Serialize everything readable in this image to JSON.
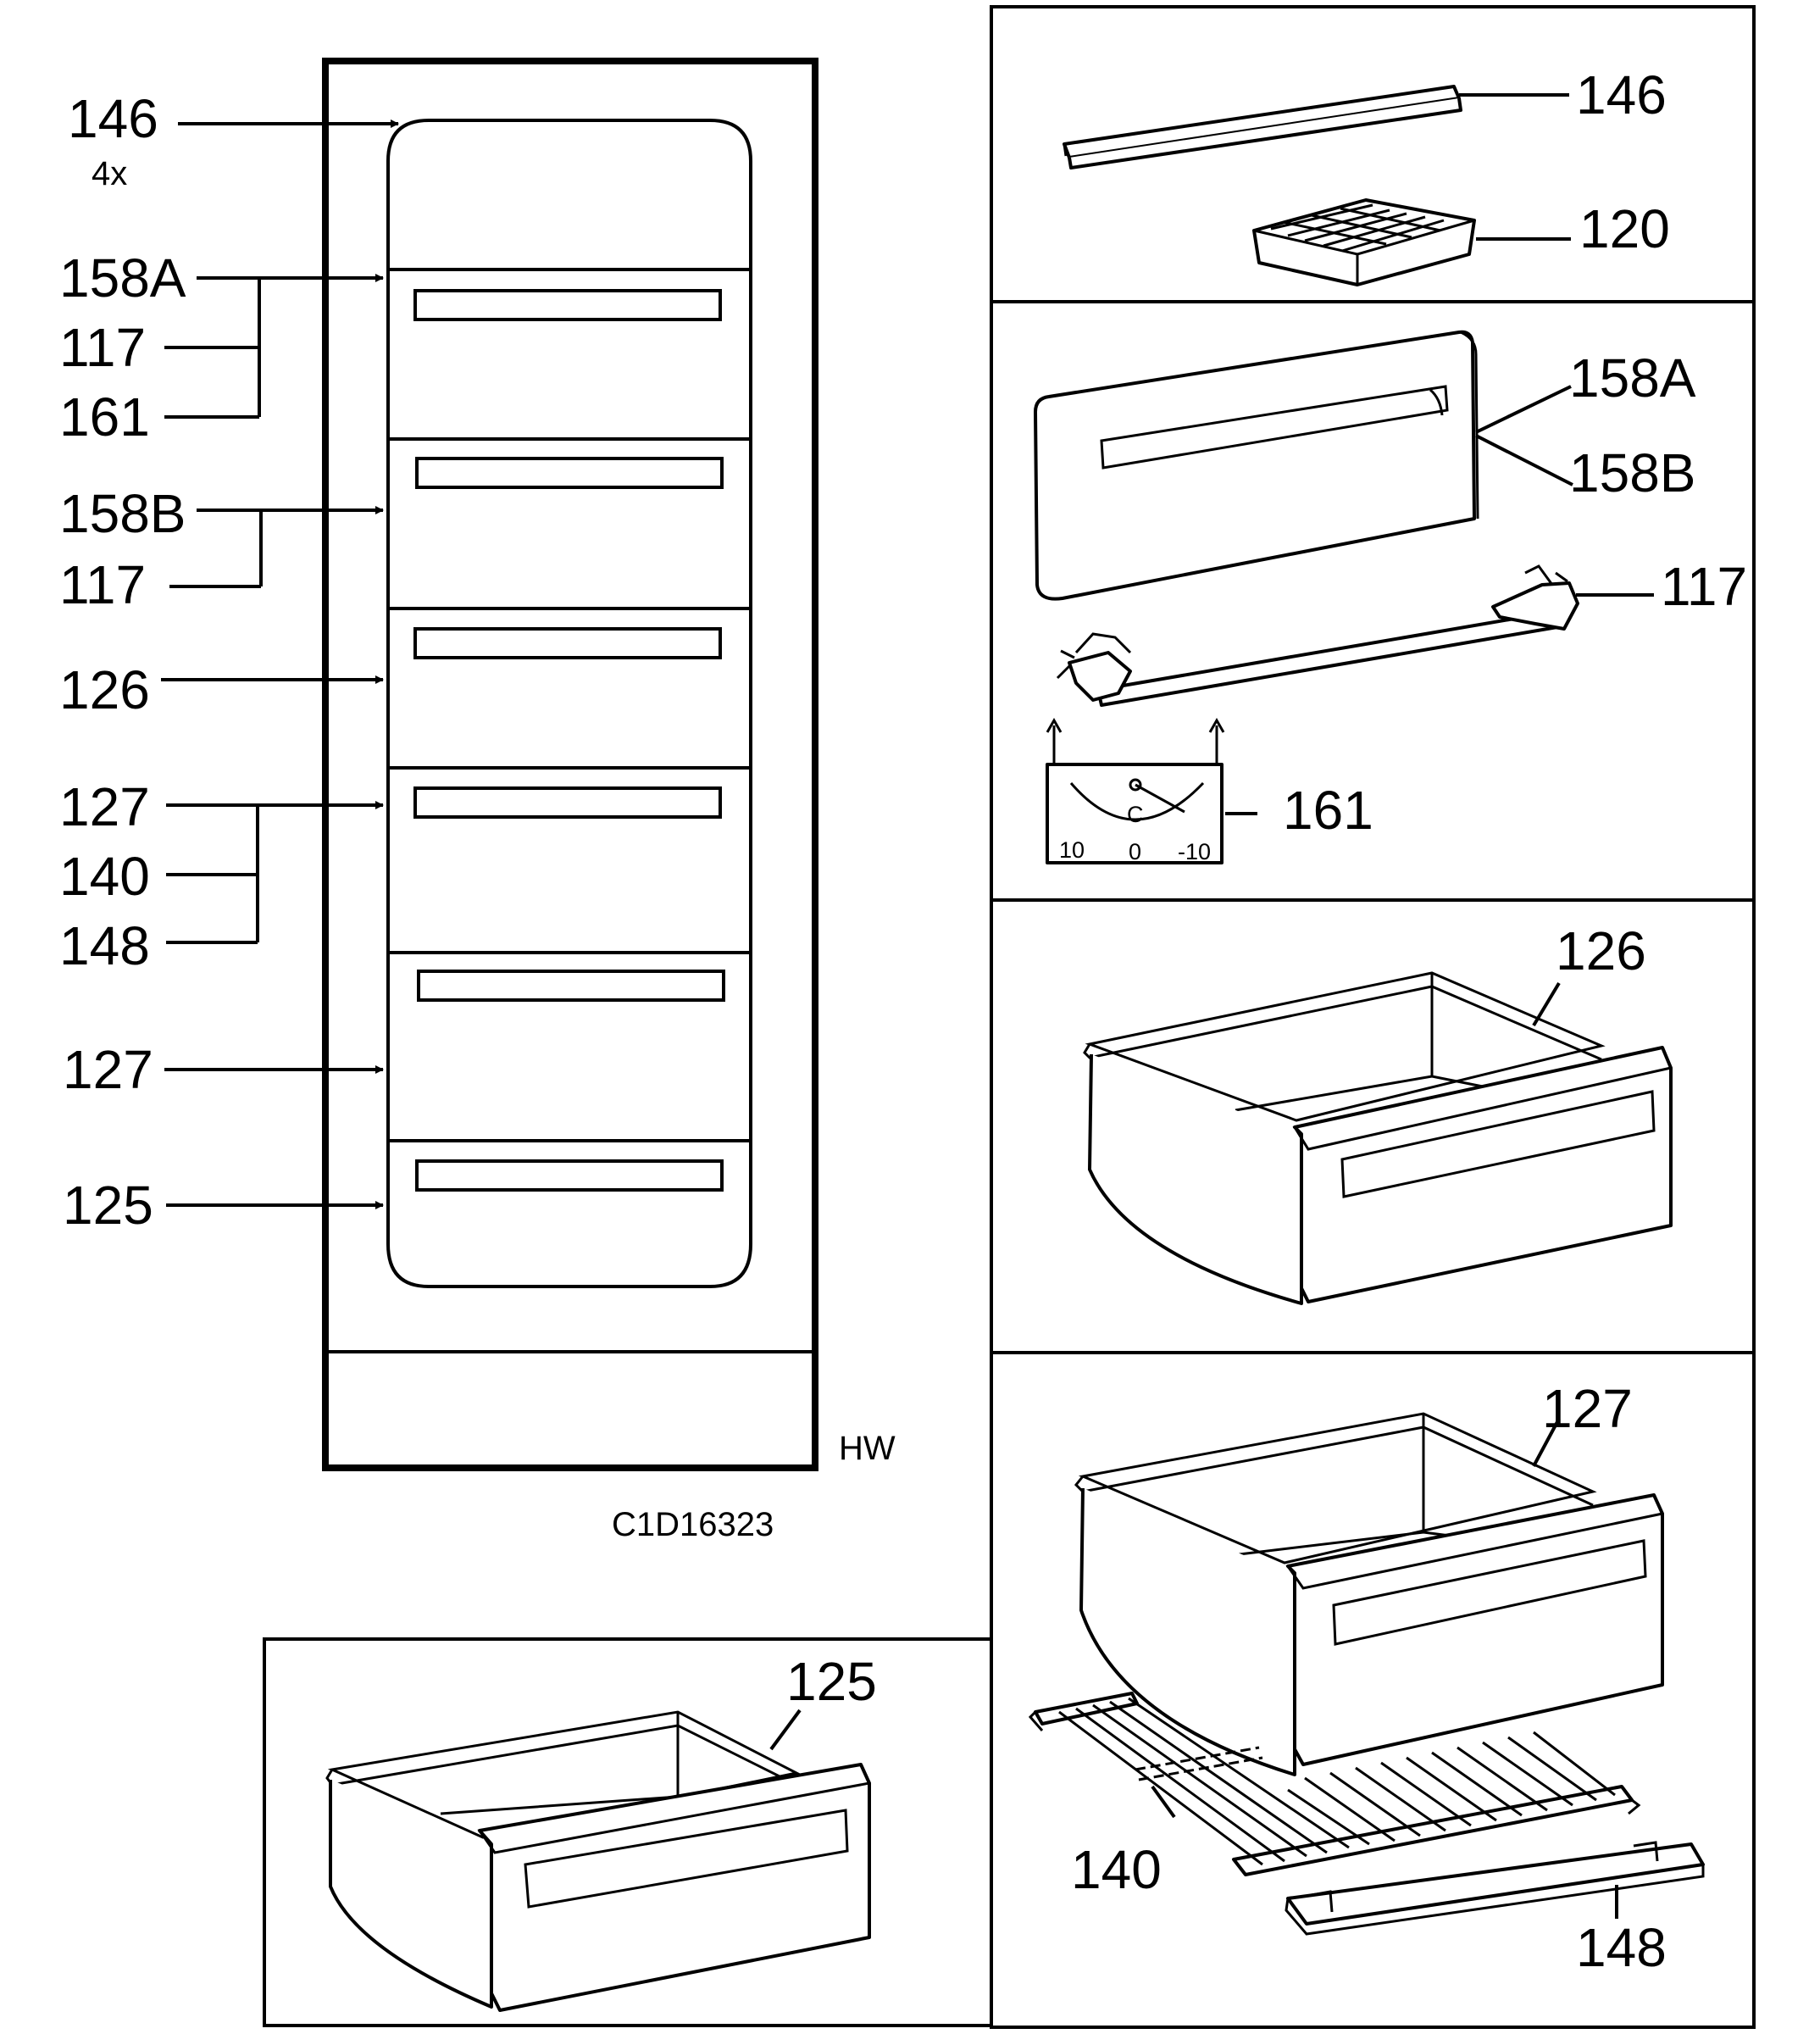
{
  "cabinet_labels": {
    "l146": "146",
    "l146_qty": "4x",
    "l158a": "158A",
    "l117a": "117",
    "l161": "161",
    "l158b": "158B",
    "l117b": "117",
    "l126": "126",
    "l127a": "127",
    "l140": "140",
    "l148": "148",
    "l127b": "127",
    "l125": "125"
  },
  "model_tag": "HW",
  "drawing_code": "C1D16323",
  "panels": {
    "top": {
      "l146": "146",
      "l120": "120"
    },
    "front": {
      "l158a": "158A",
      "l158b": "158B",
      "l117": "117"
    },
    "dial": {
      "l161": "161",
      "center": "C",
      "left": "10",
      "mid": "0",
      "right": "-10"
    },
    "drawer126": {
      "label": "126"
    },
    "drawer127": {
      "l127": "127",
      "l140": "140",
      "l148": "148"
    },
    "drawer125": {
      "label": "125"
    }
  }
}
